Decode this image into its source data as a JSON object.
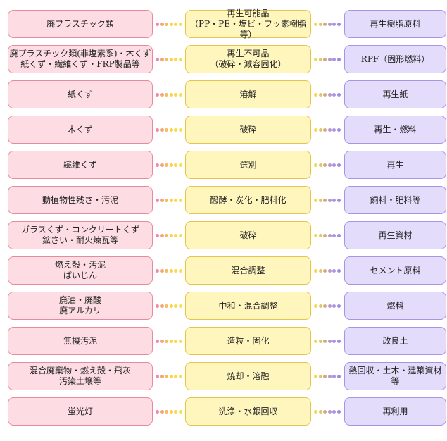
{
  "colors": {
    "source": "#fddde3",
    "source_border": "#e98a9c",
    "process": "#fff6bd",
    "process_border": "#e6c44a",
    "result": "#e4dcfb",
    "result_border": "#a893e6",
    "dots_left": [
      "#f08aa0",
      "#f3a57b",
      "#f5bd5c",
      "#f7d14f",
      "#f8da4c",
      "#f8e04a"
    ],
    "dots_right": [
      "#f6d94c",
      "#e2c46a",
      "#c9aa8e",
      "#b89cc0",
      "#a893e6",
      "#9f8ae0"
    ]
  },
  "rows": [
    {
      "source": "廃プラスチック類",
      "process": "再生可能品\n（PP・PE・塩ビ・フッ素樹脂等）",
      "result": "再生樹脂原料"
    },
    {
      "source": "廃プラスチック類(非塩素系)・木くず\n紙くず・繊維くず・FRP製品等",
      "process": "再生不可品\n（破砕・減容固化）",
      "result": "RPF（固形燃料）"
    },
    {
      "source": "紙くず",
      "process": "溶解",
      "result": "再生紙"
    },
    {
      "source": "木くず",
      "process": "破砕",
      "result": "再生・燃料"
    },
    {
      "source": "繊維くず",
      "process": "選別",
      "result": "再生"
    },
    {
      "source": "動植物性残さ・汚泥",
      "process": "醱酵・炭化・肥料化",
      "result": "飼料・肥料等"
    },
    {
      "source": "ガラスくず・コンクリートくず\n鉱さい・耐火煉瓦等",
      "process": "破砕",
      "result": "再生資材"
    },
    {
      "source": "燃え殻・汚泥\nばいじん",
      "process": "混合調整",
      "result": "セメント原料"
    },
    {
      "source": "廃油・廃酸\n廃アルカリ",
      "process": "中和・混合調整",
      "result": "燃料"
    },
    {
      "source": "無機汚泥",
      "process": "造粒・固化",
      "result": "改良土"
    },
    {
      "source": "混合廃棄物・燃え殻・飛灰\n汚染土壌等",
      "process": "焼却・溶融",
      "result": "熱回収・土木・建築資材等"
    },
    {
      "source": "蛍光灯",
      "process": "洗浄・水銀回収",
      "result": "再利用"
    }
  ]
}
